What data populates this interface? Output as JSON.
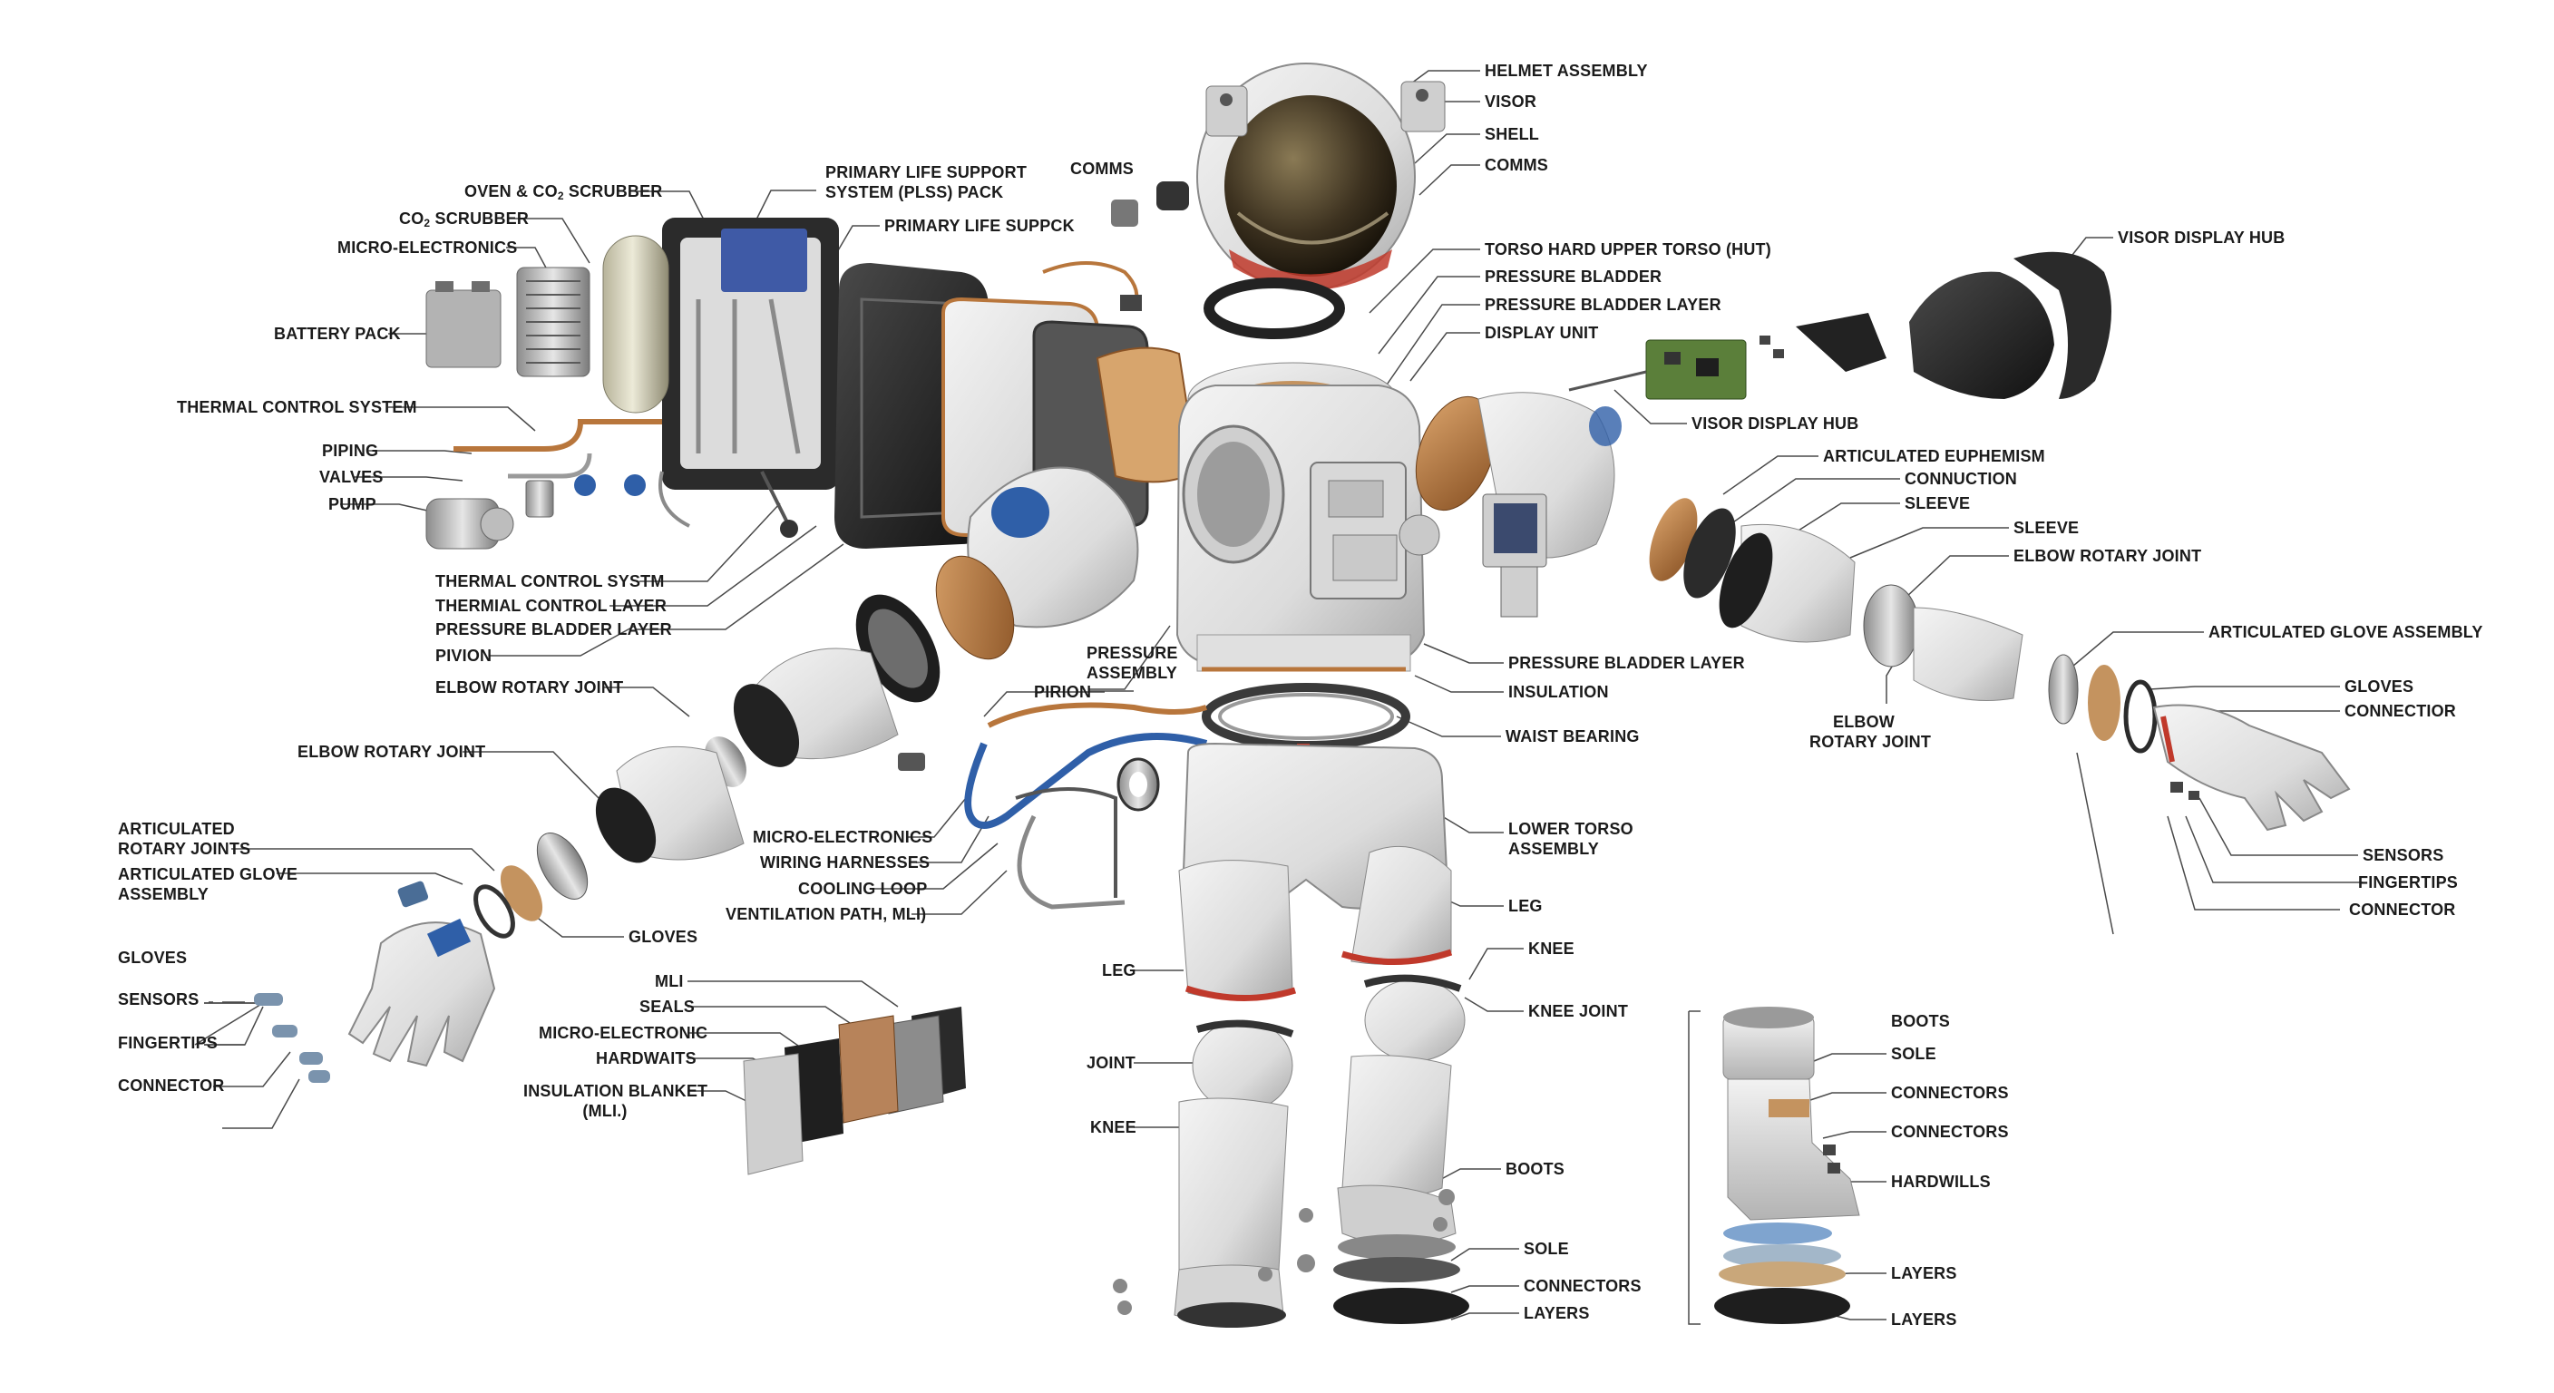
{
  "colors": {
    "background": "#ffffff",
    "label_text": "#1b1b1b",
    "leader_line": "#4a4a4a",
    "suit_fabric": "#e6e6e6",
    "suit_shade": "#b9b9b9",
    "hard_shell": "#2b2b2b",
    "copper": "#b8763c",
    "accent_red": "#c0392b",
    "cable_blue": "#2f5fa8",
    "visor_gold": "#5a4a2a"
  },
  "labels": {
    "helmet_assembly": "HELMET ASSEMBLY",
    "visor": "VISOR",
    "shell": "SHELL",
    "comms_right": "COMMS",
    "comms_left": "COMMS",
    "torso_hut": "TORSO HARD UPPER TORSO (HUT)",
    "pressure_bladder": "PRESSURE BLADDER",
    "pressure_bladder_layer_top": "PRESSURE BLADDER LAYER",
    "display_unit": "DISPLAY UNIT",
    "visor_display_hub_top": "VISOR DISPLAY HUB",
    "visor_display_hub_mid": "VISOR DISPLAY HUB",
    "articulated_euphemism": "ARTICULATED EUPHEMISM",
    "connuction": "CONNUCTION",
    "sleeve_1": "SLEEVE",
    "sleeve_2": "SLEEVE",
    "elbow_rotary_joint_right_top": "ELBOW ROTARY JOINT",
    "articulated_glove_assembly_right": "ARTICULATED GLOVE ASSEMBLY",
    "gloves_right": "GLOVES",
    "connection_right": "CONNECTIOR",
    "elbow_right_line1": "ELBOW",
    "elbow_right_line2": "ROTARY JOINT",
    "sensors_right": "SENSORS",
    "fingertips_right": "FINGERTIPS",
    "connector_right": "CONNECTOR",
    "oven_scrubber_pre": "OVEN & CO",
    "oven_scrubber_sub": "2",
    "oven_scrubber_post": " SCRUBBER",
    "co2_scrubber_pre": "CO",
    "co2_scrubber_sub": "2",
    "co2_scrubber_post": " SCRUBBER",
    "micro_electronics_top": "MICRO-ELECTRONICS",
    "plss_line1": "PRIMARY LIFE SUPPORT",
    "plss_line2": "SYSTEM (PLSS) PACK",
    "primary_life_suppck": "PRIMARY LIFE SUPPCK",
    "battery_pack": "BATTERY PACK",
    "thermal_control_system": "THERMAL CONTROL SYSTEM",
    "piping": "PIPING",
    "valves": "VALVES",
    "pump": "PUMP",
    "thermal_control_systm": "THERMAL CONTROL SYSTM",
    "thermial_control_layer": "THERMIAL CONTROL LAYER",
    "pressure_bladder_layer_left": "PRESSURE BLADDER LAYER",
    "pivion": "PIVION",
    "elbow_rotary_joint_left_1": "ELBOW ROTARY JOINT",
    "elbow_rotary_joint_left_2": "ELBOW ROTARY JOINT",
    "articulated_rotary_line1": "ARTICULATED",
    "articulated_rotary_line2": "ROTARY JOINTS",
    "articulated_glove_left_line1": "ARTICULATED GLOVE",
    "articulated_glove_left_line2": "ASSEMBLY",
    "gloves_left_mid": "GLOVES",
    "gloves_left": "GLOVES",
    "sensors_left": "SENSORS",
    "fingertips_left": "FINGERTIPS",
    "connector_left": "CONNECTOR",
    "pressure_assembly_line1": "PRESSURE",
    "pressure_assembly_line2": "ASSEMBLY",
    "pirion": "PIRION",
    "micro_electronics_mid": "MICRO-ELECTRONICS",
    "wiring_harnesses": "WIRING HARNESSES",
    "cooling_loop": "COOLING LOOP",
    "ventilation_path": "VENTILATION PATH, MLI)",
    "mli": "MLI",
    "seals": "SEALS",
    "micro_electronic": "MICRO-ELECTRONIC",
    "hardwaits": "HARDWAITS",
    "insulation_blanket_line1": "INSULATION BLANKET",
    "insulation_blanket_line2": "(MLI.)",
    "pressure_bladder_layer_bottom": "PRESSURE BLADDER LAYER",
    "insulation": "INSULATION",
    "waist_bearing": "WAIST BEARING",
    "lower_torso_line1": "LOWER TORSO",
    "lower_torso_line2": "ASSEMBLY",
    "leg_right": "LEG",
    "leg_left": "LEG",
    "knee_right": "KNEE",
    "knee_joint": "KNEE JOINT",
    "joint": "JOINT",
    "knee_left": "KNEE",
    "boots_mid": "BOOTS",
    "sole_mid": "SOLE",
    "connectors_mid": "CONNECTORS",
    "layers_mid": "LAYERS",
    "boots_right": "BOOTS",
    "sole_right": "SOLE",
    "connectors_right_1": "CONNECTORS",
    "connectors_right_2": "CONNECTORS",
    "hardwills": "HARDWILLS",
    "layers_right_1": "LAYERS",
    "layers_right_2": "LAYERS"
  }
}
